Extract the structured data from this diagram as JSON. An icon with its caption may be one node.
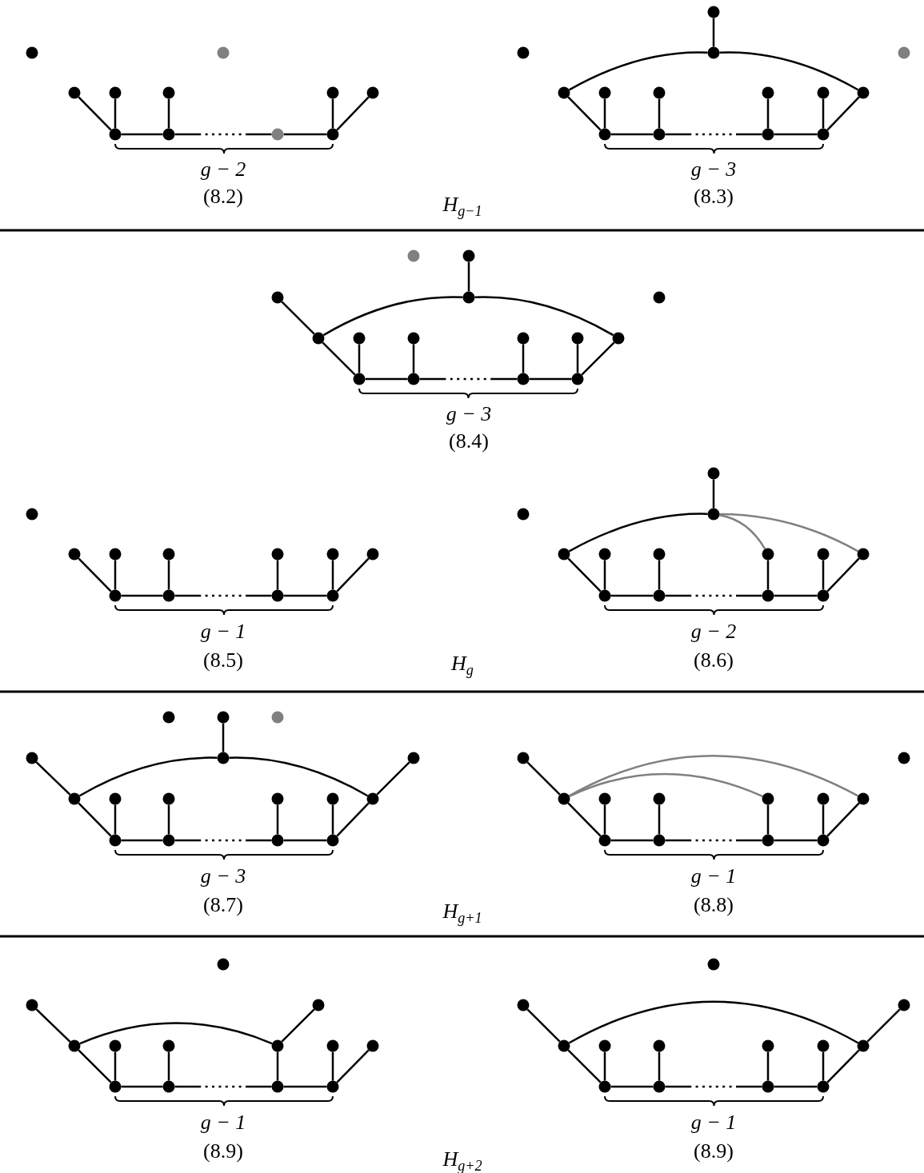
{
  "diagram": {
    "nodes": [
      {
        "text": [],
        "shape": "circle"
      },
      {
        "text": [],
        "shape": "circle"
      },
      {
        "text": [],
        "shape": "circle"
      },
      {
        "text": [],
        "shape": "circle"
      },
      {
        "text": [],
        "shape": "circle"
      },
      {
        "text": [],
        "shape": "circle"
      },
      {
        "text": [],
        "shape": "circle"
      },
      {
        "text": [],
        "shape": "circle"
      },
      {
        "text": [],
        "shape": "circle"
      },
      {
        "text": [],
        "shape": "circle"
      },
      {
        "text": [],
        "shape": "circle"
      },
      {
        "text": [],
        "shape": "circle"
      },
      {
        "text": [],
        "shape": "circle"
      },
      {
        "text": [],
        "shape": "circle"
      },
      {
        "text": [],
        "shape": "circle"
      },
      {
        "text": [],
        "shape": "circle"
      },
      {
        "text": [],
        "shape": "circle"
      },
      {
        "text": [],
        "shape": "circle"
      },
      {
        "text": [],
        "shape": "circle"
      },
      {
        "text": [],
        "shape": "circle"
      },
      {
        "text": [],
        "shape": "circle"
      },
      {
        "text": [],
        "shape": "circle"
      },
      {
        "text": [],
        "shape": "circle"
      },
      {
        "text": [],
        "shape": "circle"
      },
      {
        "text": [],
        "shape": "circle"
      },
      {
        "text": [],
        "shape": "circle"
      },
      {
        "text": [],
        "shape": "circle"
      },
      {
        "text": [],
        "shape": "circle"
      },
      {
        "text": [],
        "shape": "circle"
      },
      {
        "text": [],
        "shape": "circle"
      },
      {
        "text": [],
        "shape": "circle"
      },
      {
        "text": [],
        "shape": "circle"
      },
      {
        "text": [],
        "shape": "circle"
      },
      {
        "text": [],
        "shape": "circle"
      },
      {
        "text": [],
        "shape": "circle"
      },
      {
        "text": [],
        "shape": "circle"
      },
      {
        "text": [],
        "shape": "circle"
      },
      {
        "text": [],
        "shape": "circle"
      },
      {
        "text": [],
        "shape": "circle"
      },
      {
        "text": [],
        "shape": "circle"
      },
      {
        "text": [],
        "shape": "circle"
      },
      {
        "text": [],
        "shape": "circle"
      },
      {
        "text": [],
        "shape": "circle"
      },
      {
        "text": [],
        "shape": "circle"
      },
      {
        "text": [],
        "shape": "circle"
      },
      {
        "text": [],
        "shape": "circle"
      },
      {
        "text": [],
        "shape": "circle"
      },
      {
        "text": [],
        "shape": "circle"
      },
      {
        "text": [],
        "shape": "circle"
      },
      {
        "text": [],
        "shape": "circle"
      },
      {
        "text": [],
        "shape": "circle"
      },
      {
        "text": [],
        "shape": "circle"
      },
      {
        "text": [],
        "shape": "circle"
      },
      {
        "text": [],
        "shape": "circle"
      },
      {
        "text": [],
        "shape": "circle"
      },
      {
        "text": [],
        "shape": "circle"
      },
      {
        "text": [],
        "shape": "circle"
      },
      {
        "text": [],
        "shape": "circle"
      },
      {
        "text": [],
        "shape": "circle"
      },
      {
        "text": [],
        "shape": "circle"
      },
      {
        "text": [],
        "shape": "circle"
      },
      {
        "text": [],
        "shape": "circle"
      },
      {
        "text": [],
        "shape": "circle"
      },
      {
        "text": [],
        "shape": "circle"
      },
      {
        "text": [],
        "shape": "circle"
      },
      {
        "text": [],
        "shape": "circle"
      },
      {
        "text": [],
        "shape": "circle"
      },
      {
        "text": [],
        "shape": "circle"
      },
      {
        "text": [],
        "shape": "circle"
      },
      {
        "text": [],
        "shape": "circle"
      },
      {
        "text": [],
        "shape": "circle"
      },
      {
        "text": [],
        "shape": "circle"
      },
      {
        "text": [],
        "shape": "circle"
      },
      {
        "text": [],
        "shape": "circle"
      },
      {
        "text": [],
        "shape": "circle"
      },
      {
        "text": [],
        "shape": "circle"
      },
      {
        "text": [],
        "shape": "circle"
      },
      {
        "text": [],
        "shape": "circle"
      },
      {
        "text": [],
        "shape": "circle"
      },
      {
        "text": [],
        "shape": "circle"
      },
      {
        "text": [],
        "shape": "circle"
      },
      {
        "text": [],
        "shape": "circle"
      },
      {
        "text": [],
        "shape": "circle"
      },
      {
        "text": [],
        "shape": "circle"
      },
      {
        "text": [],
        "shape": "circle"
      },
      {
        "text": [],
        "shape": "circle"
      },
      {
        "text": [],
        "shape": "circle"
      },
      {
        "text": [],
        "shape": "circle"
      },
      {
        "text": [],
        "shape": "circle"
      },
      {
        "text": [],
        "shape": "circle"
      },
      {
        "text": [],
        "shape": "circle"
      },
      {
        "text": [],
        "shape": "circle"
      },
      {
        "text": [],
        "shape": "circle"
      },
      {
        "text": [],
        "shape": "circle"
      },
      {
        "text": [],
        "shape": "circle"
      },
      {
        "text": [],
        "shape": "circle"
      },
      {
        "text": [],
        "shape": "circle"
      },
      {
        "text": [],
        "shape": "circle"
      },
      {
        "text": [],
        "shape": "circle"
      },
      {
        "text": [],
        "shape": "circle"
      },
      {
        "text": [],
        "shape": "circle"
      },
      {
        "text": [],
        "shape": "circle"
      },
      {
        "text": [],
        "shape": "circle"
      },
      {
        "text": [],
        "shape": "circle"
      },
      {
        "text": [],
        "shape": "circle"
      },
      {
        "text": [],
        "shape": "circle"
      },
      {
        "text": [],
        "shape": "circle"
      },
      {
        "text": [],
        "shape": "circle"
      },
      {
        "text": [],
        "shape": "circle"
      },
      {
        "text": [],
        "shape": "circle"
      },
      {
        "text": [],
        "shape": "circle"
      },
      {
        "text": [],
        "shape": "circle"
      },
      {
        "text": [],
        "shape": "circle"
      },
      {
        "text": [],
        "shape": "circle"
      },
      {
        "text": [],
        "shape": "circle"
      },
      {
        "text": [],
        "shape": "circle"
      },
      {
        "text": [],
        "shape": "circle"
      },
      {
        "text": [],
        "shape": "circle"
      }
    ],
    "edges": [
      {
        "from": 2,
        "to": 7,
        "arrow": "none"
      },
      {
        "from": 3,
        "to": 7,
        "arrow": "none"
      },
      {
        "from": 4,
        "to": 8,
        "arrow": "none"
      },
      {
        "from": 7,
        "to": 8,
        "arrow": "none"
      },
      {
        "from": 8,
        "to": 9,
        "arrow": "none",
        "style": "dashed"
      },
      {
        "from": 9,
        "to": 10,
        "arrow": "none"
      },
      {
        "from": 5,
        "to": 10,
        "arrow": "none"
      },
      {
        "from": 6,
        "to": 10,
        "arrow": "none"
      },
      {
        "from": 11,
        "to": 13,
        "arrow": "none"
      },
      {
        "from": 15,
        "to": 13,
        "arrow": "none"
      },
      {
        "from": 13,
        "to": 20,
        "arrow": "none"
      },
      {
        "from": 15,
        "to": 21,
        "arrow": "none"
      },
      {
        "from": 16,
        "to": 21,
        "arrow": "none"
      },
      {
        "from": 17,
        "to": 22,
        "arrow": "none"
      },
      {
        "from": 21,
        "to": 22,
        "arrow": "none"
      },
      {
        "from": 22,
        "to": 23,
        "arrow": "none",
        "style": "dashed"
      },
      {
        "from": 23,
        "to": 24,
        "arrow": "none"
      },
      {
        "from": 18,
        "to": 23,
        "arrow": "none"
      },
      {
        "from": 19,
        "to": 24,
        "arrow": "none"
      },
      {
        "from": 24,
        "to": 20,
        "arrow": "none"
      },
      {
        "from": 26,
        "to": 28,
        "arrow": "none"
      },
      {
        "from": 27,
        "to": 30,
        "arrow": "none"
      },
      {
        "from": 30,
        "to": 28,
        "arrow": "none"
      },
      {
        "from": 28,
        "to": 35,
        "arrow": "none"
      },
      {
        "from": 30,
        "to": 36,
        "arrow": "none"
      },
      {
        "from": 31,
        "to": 36,
        "arrow": "none"
      },
      {
        "from": 32,
        "to": 37,
        "arrow": "none"
      },
      {
        "from": 36,
        "to": 37,
        "arrow": "none"
      },
      {
        "from": 37,
        "to": 38,
        "arrow": "none",
        "style": "dashed"
      },
      {
        "from": 38,
        "to": 39,
        "arrow": "none"
      },
      {
        "from": 33,
        "to": 38,
        "arrow": "none"
      },
      {
        "from": 34,
        "to": 39,
        "arrow": "none"
      },
      {
        "from": 39,
        "to": 35,
        "arrow": "none"
      },
      {
        "from": 41,
        "to": 47,
        "arrow": "none"
      },
      {
        "from": 42,
        "to": 47,
        "arrow": "none"
      },
      {
        "from": 43,
        "to": 48,
        "arrow": "none"
      },
      {
        "from": 47,
        "to": 48,
        "arrow": "none"
      },
      {
        "from": 48,
        "to": 49,
        "arrow": "none",
        "style": "dashed"
      },
      {
        "from": 49,
        "to": 50,
        "arrow": "none"
      },
      {
        "from": 44,
        "to": 49,
        "arrow": "none"
      },
      {
        "from": 45,
        "to": 50,
        "arrow": "none"
      },
      {
        "from": 46,
        "to": 50,
        "arrow": "none"
      },
      {
        "from": 51,
        "to": 53,
        "arrow": "none"
      },
      {
        "from": 54,
        "to": 53,
        "arrow": "none"
      },
      {
        "from": 53,
        "to": 57,
        "arrow": "none",
        "color": "#808080"
      },
      {
        "from": 53,
        "to": 59,
        "arrow": "none",
        "color": "#808080"
      },
      {
        "from": 54,
        "to": 60,
        "arrow": "none"
      },
      {
        "from": 55,
        "to": 60,
        "arrow": "none"
      },
      {
        "from": 56,
        "to": 61,
        "arrow": "none"
      },
      {
        "from": 60,
        "to": 61,
        "arrow": "none"
      },
      {
        "from": 61,
        "to": 62,
        "arrow": "none",
        "style": "dashed"
      },
      {
        "from": 62,
        "to": 63,
        "arrow": "none"
      },
      {
        "from": 57,
        "to": 62,
        "arrow": "none"
      },
      {
        "from": 58,
        "to": 63,
        "arrow": "none"
      },
      {
        "from": 63,
        "to": 59,
        "arrow": "none"
      },
      {
        "from": 65,
        "to": 68,
        "arrow": "none"
      },
      {
        "from": 67,
        "to": 70,
        "arrow": "none"
      },
      {
        "from": 70,
        "to": 68,
        "arrow": "none"
      },
      {
        "from": 68,
        "to": 75,
        "arrow": "none"
      },
      {
        "from": 69,
        "to": 75,
        "arrow": "none"
      },
      {
        "from": 70,
        "to": 76,
        "arrow": "none"
      },
      {
        "from": 71,
        "to": 76,
        "arrow": "none"
      },
      {
        "from": 72,
        "to": 77,
        "arrow": "none"
      },
      {
        "from": 76,
        "to": 77,
        "arrow": "none"
      },
      {
        "from": 77,
        "to": 78,
        "arrow": "none",
        "style": "dashed"
      },
      {
        "from": 78,
        "to": 79,
        "arrow": "none"
      },
      {
        "from": 73,
        "to": 78,
        "arrow": "none"
      },
      {
        "from": 74,
        "to": 79,
        "arrow": "none"
      },
      {
        "from": 79,
        "to": 75,
        "arrow": "none"
      },
      {
        "from": 80,
        "to": 82,
        "arrow": "none"
      },
      {
        "from": 82,
        "to": 85,
        "arrow": "none",
        "color": "#808080"
      },
      {
        "from": 82,
        "to": 87,
        "arrow": "none",
        "color": "#808080"
      },
      {
        "from": 82,
        "to": 88,
        "arrow": "none"
      },
      {
        "from": 83,
        "to": 88,
        "arrow": "none"
      },
      {
        "from": 84,
        "to": 89,
        "arrow": "none"
      },
      {
        "from": 88,
        "to": 89,
        "arrow": "none"
      },
      {
        "from": 89,
        "to": 90,
        "arrow": "none",
        "style": "dashed"
      },
      {
        "from": 90,
        "to": 91,
        "arrow": "none"
      },
      {
        "from": 85,
        "to": 90,
        "arrow": "none"
      },
      {
        "from": 86,
        "to": 91,
        "arrow": "none"
      },
      {
        "from": 91,
        "to": 87,
        "arrow": "none"
      },
      {
        "from": 93,
        "to": 95,
        "arrow": "none"
      },
      {
        "from": 95,
        "to": 98,
        "arrow": "none"
      },
      {
        "from": 98,
        "to": 94,
        "arrow": "none"
      },
      {
        "from": 95,
        "to": 101,
        "arrow": "none"
      },
      {
        "from": 96,
        "to": 101,
        "arrow": "none"
      },
      {
        "from": 97,
        "to": 102,
        "arrow": "none"
      },
      {
        "from": 101,
        "to": 102,
        "arrow": "none"
      },
      {
        "from": 102,
        "to": 103,
        "arrow": "none",
        "style": "dashed"
      },
      {
        "from": 103,
        "to": 104,
        "arrow": "none"
      },
      {
        "from": 98,
        "to": 103,
        "arrow": "none"
      },
      {
        "from": 99,
        "to": 104,
        "arrow": "none"
      },
      {
        "from": 100,
        "to": 104,
        "arrow": "none"
      },
      {
        "from": 106,
        "to": 108,
        "arrow": "none"
      },
      {
        "from": 108,
        "to": 113,
        "arrow": "none"
      },
      {
        "from": 107,
        "to": 113,
        "arrow": "none"
      },
      {
        "from": 108,
        "to": 114,
        "arrow": "none"
      },
      {
        "from": 109,
        "to": 114,
        "arrow": "none"
      },
      {
        "from": 110,
        "to": 115,
        "arrow": "none"
      },
      {
        "from": 114,
        "to": 115,
        "arrow": "none"
      },
      {
        "from": 115,
        "to": 116,
        "arrow": "none",
        "style": "dashed"
      },
      {
        "from": 116,
        "to": 117,
        "arrow": "none"
      },
      {
        "from": 111,
        "to": 116,
        "arrow": "none"
      },
      {
        "from": 112,
        "to": 117,
        "arrow": "none"
      },
      {
        "from": 117,
        "to": 113,
        "arrow": "none"
      }
    ],
    "labels": [
      "g − 2",
      "g − 3",
      "(8.2)",
      "H$_{g−1}$",
      "(8.3)",
      "g − 3",
      "(8.4)",
      "g − 1",
      "g − 2",
      "(8.5)",
      "H$_{g}$",
      "(8.6)",
      "g − 3",
      "g − 1",
      "(8.7)",
      "H$_{g+1}$",
      "(8.8)",
      "g − 1",
      "g − 1",
      "(8.9)",
      "H$_{g+2}$",
      "(8.9)"
    ]
  }
}
